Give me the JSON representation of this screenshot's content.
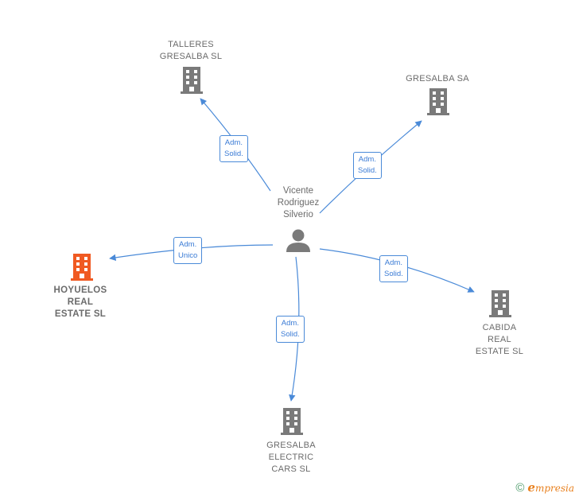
{
  "center": {
    "name": "Vicente\nRodriguez\nSilverio",
    "icon": "person-icon"
  },
  "companies": [
    {
      "id": "talleres",
      "name": "TALLERES\nGRESALBA  SL",
      "icon": "building-icon",
      "color": "#7a7a7a"
    },
    {
      "id": "gresalba-sa",
      "name": "GRESALBA SA",
      "icon": "building-icon",
      "color": "#7a7a7a"
    },
    {
      "id": "hoyuelos",
      "name": "HOYUELOS\nREAL\nESTATE  SL",
      "icon": "building-icon",
      "color": "#f05a22"
    },
    {
      "id": "cabida",
      "name": "CABIDA\nREAL\nESTATE  SL",
      "icon": "building-icon",
      "color": "#7a7a7a"
    },
    {
      "id": "electric",
      "name": "GRESALBA\nELECTRIC\nCARS  SL",
      "icon": "building-icon",
      "color": "#7a7a7a"
    }
  ],
  "edges": [
    {
      "to": "talleres",
      "label": "Adm.\nSolid."
    },
    {
      "to": "gresalba-sa",
      "label": "Adm.\nSolid."
    },
    {
      "to": "hoyuelos",
      "label": "Adm.\nUnico"
    },
    {
      "to": "cabida",
      "label": "Adm.\nSolid."
    },
    {
      "to": "electric",
      "label": "Adm.\nSolid."
    }
  ],
  "footer": {
    "copyright": "©",
    "brand_initial": "e",
    "brand_rest": "mpresia"
  },
  "colors": {
    "edge": "#4a8ad8",
    "node": "#7a7a7a",
    "focus": "#f05a22"
  }
}
